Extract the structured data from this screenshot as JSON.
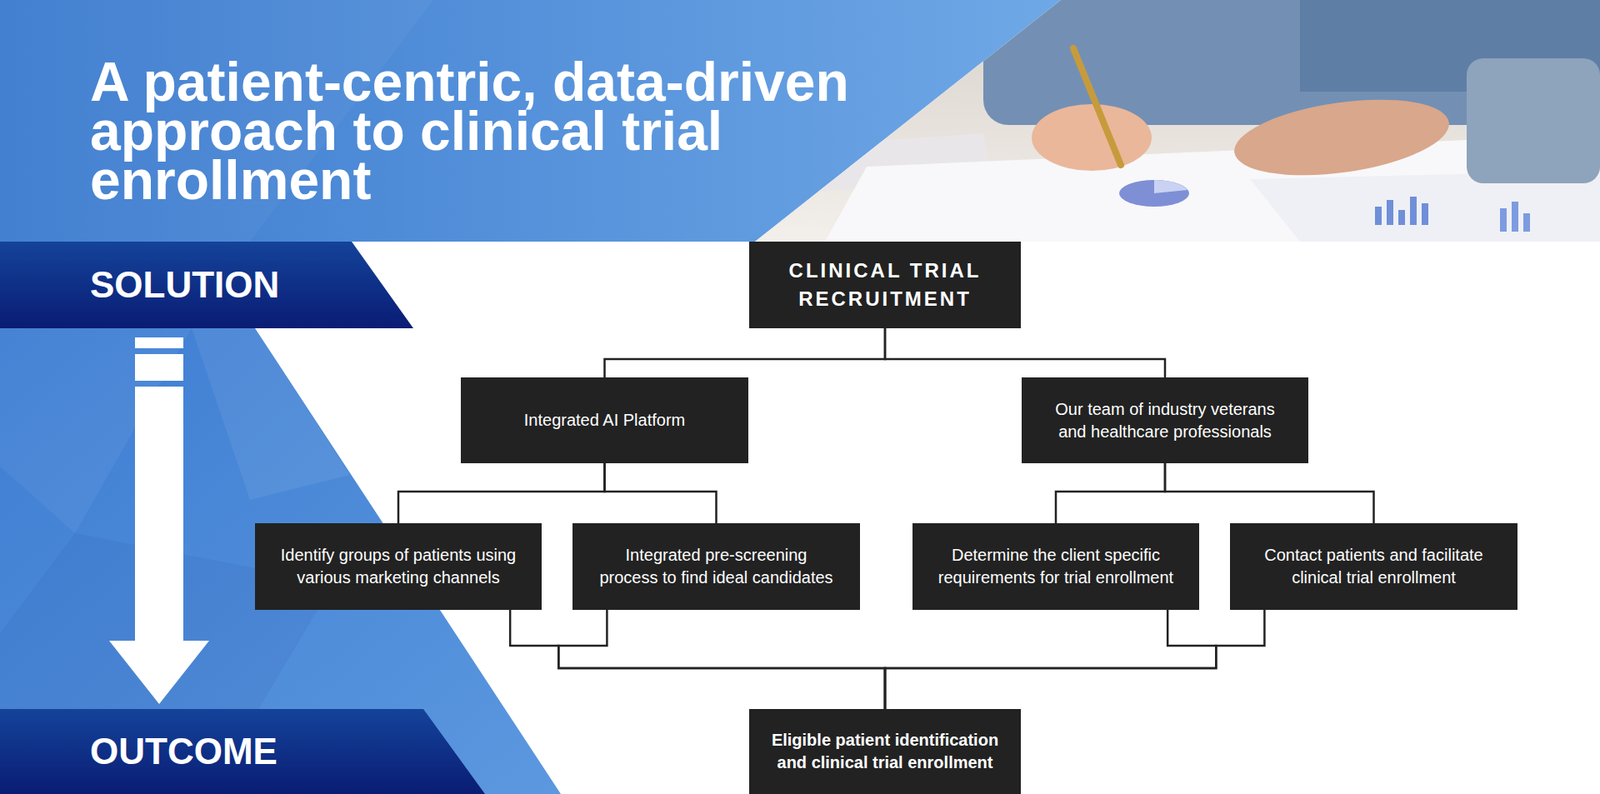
{
  "diagram": {
    "title": "A patient-centric, data-driven approach to clinical trial enrollment",
    "nodes": [
      {
        "text": [
          "SOLUTION"
        ]
      },
      {
        "text": [
          "CLINICAL TRIAL RECRUITMENT"
        ]
      },
      {
        "text": [
          "Integrated AI Platform"
        ]
      },
      {
        "text": [
          "Our team of industry veterans and healthcare professionals"
        ]
      },
      {
        "text": [
          "Identify groups of patients using various marketing channels"
        ]
      },
      {
        "text": [
          "Integrated pre-screening process to find ideal candidates"
        ]
      },
      {
        "text": [
          "Determine the client specific requirements for trial enrollment"
        ]
      },
      {
        "text": [
          "Contact patients and facilitate clinical trial enrollment"
        ]
      },
      {
        "text": [
          "OUTCOME"
        ]
      },
      {
        "text": [
          "Eligible patient identification and clinical trial enrollment"
        ]
      }
    ],
    "edges": [
      {
        "from": 1,
        "to": 2,
        "arrow": "none"
      },
      {
        "from": 1,
        "to": 3,
        "arrow": "none"
      },
      {
        "from": 2,
        "to": 4,
        "arrow": "none"
      },
      {
        "from": 2,
        "to": 5,
        "arrow": "none"
      },
      {
        "from": 3,
        "to": 6,
        "arrow": "none"
      },
      {
        "from": 3,
        "to": 7,
        "arrow": "none"
      },
      {
        "from": 4,
        "to": 9,
        "arrow": "none"
      },
      {
        "from": 5,
        "to": 9,
        "arrow": "none"
      },
      {
        "from": 6,
        "to": 9,
        "arrow": "none"
      },
      {
        "from": 7,
        "to": 9,
        "arrow": "none"
      },
      {
        "from": 0,
        "to": 8,
        "arrow": "to"
      }
    ]
  }
}
